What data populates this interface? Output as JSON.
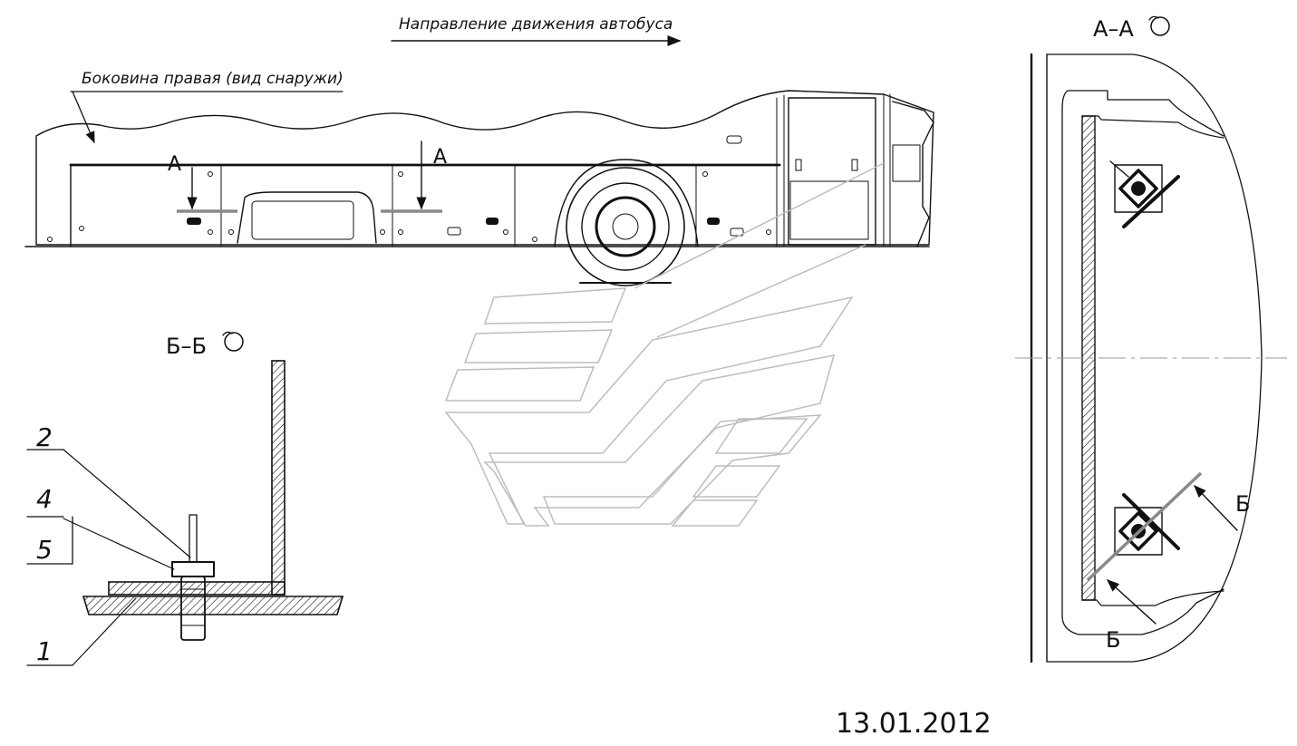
{
  "direction_label": "Направление движения автобуса",
  "side_label": "Боковина правая (вид снаружи)",
  "section_a": {
    "title": "А–А",
    "marker_left": "А",
    "marker_right": "А"
  },
  "section_b": {
    "title": "Б–Б",
    "marker_top": "Б",
    "marker_bottom": "Б"
  },
  "callouts": [
    "2",
    "4",
    "5",
    "1"
  ],
  "date": "13.01.2012"
}
